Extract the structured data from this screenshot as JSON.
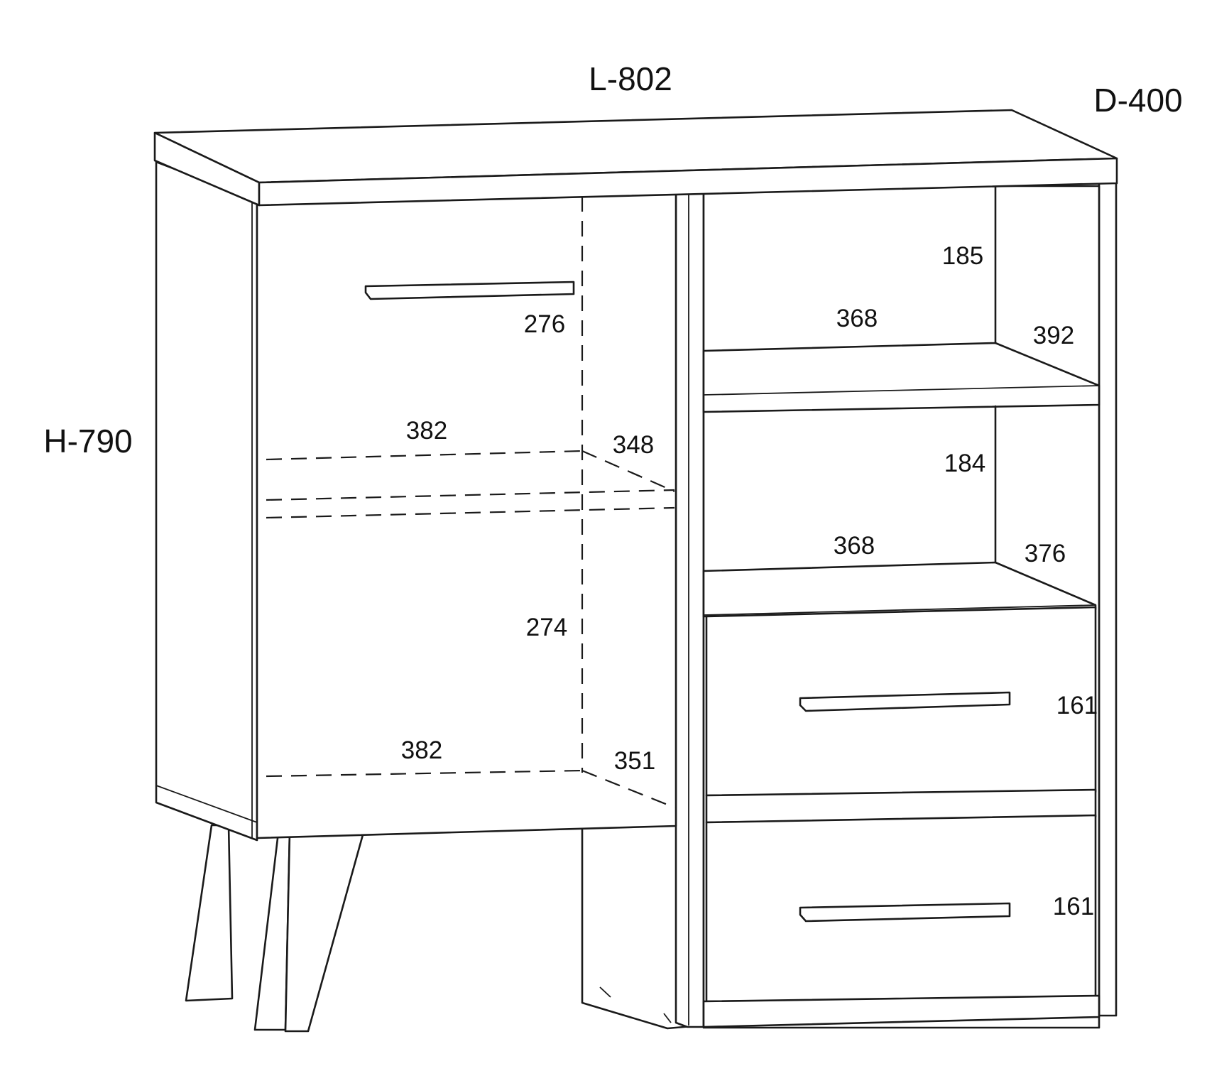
{
  "overall": {
    "length": "L-802",
    "depth": "D-400",
    "height": "H-790"
  },
  "left_compartment": {
    "upper_height": "276",
    "shelf_width": "382",
    "shelf_depth": "348",
    "lower_height": "274",
    "bottom_width": "382",
    "bottom_depth": "351"
  },
  "open_shelves": {
    "top_height": "185",
    "top_width": "368",
    "top_depth": "392",
    "middle_height": "184",
    "middle_width": "368",
    "middle_depth": "376"
  },
  "drawers": {
    "upper_height": "161",
    "lower_height": "161"
  }
}
